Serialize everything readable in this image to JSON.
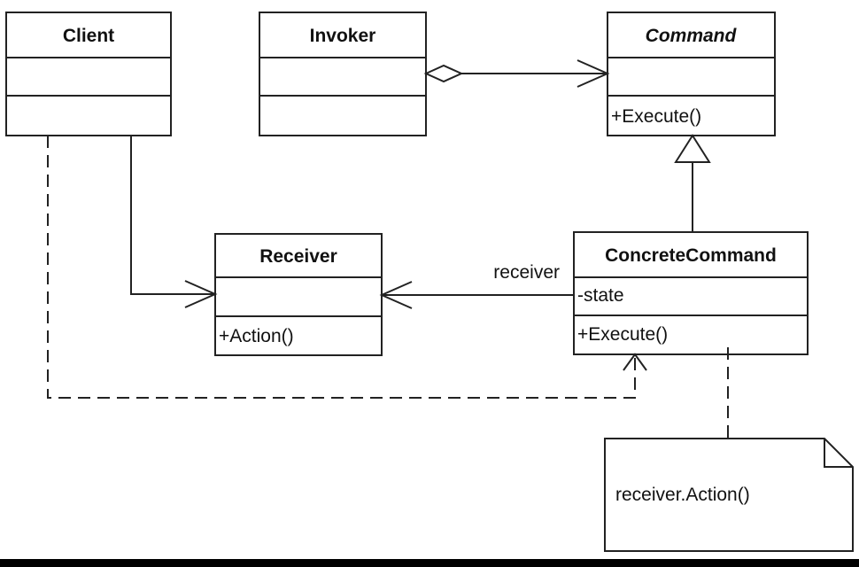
{
  "diagram": {
    "classes": {
      "client": {
        "name": "Client"
      },
      "invoker": {
        "name": "Invoker"
      },
      "command": {
        "name": "Command",
        "operations": [
          "+Execute()"
        ]
      },
      "receiver": {
        "name": "Receiver",
        "operations": [
          "+Action()"
        ]
      },
      "concrete_command": {
        "name": "ConcreteCommand",
        "attributes": [
          "-state"
        ],
        "operations": [
          "+Execute()"
        ]
      }
    },
    "labels": {
      "receiver_role": "receiver"
    },
    "note": {
      "text": "receiver.Action()"
    }
  },
  "colors": {
    "stroke": "#222222",
    "text": "#111111",
    "box_fill": "#ffffff"
  }
}
